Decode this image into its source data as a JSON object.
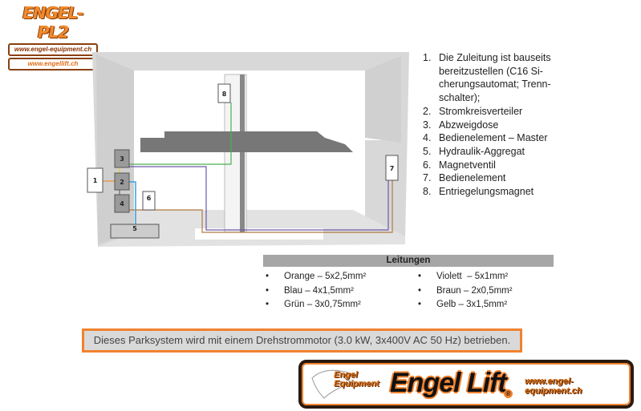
{
  "header_logo": {
    "title": "ENGEL-PL2",
    "url1": "www.engel-equipment.ch",
    "url2": "www.engellift.ch"
  },
  "diagram": {
    "labels": [
      "1",
      "2",
      "3",
      "4",
      "5",
      "6",
      "7",
      "8"
    ],
    "wire_colors": {
      "orange": "#e8974a",
      "blue": "#3aa0d8",
      "green": "#4caf50",
      "violet": "#6a5aa8",
      "brown": "#9a6a3a",
      "yellow": "#e8d040"
    }
  },
  "legend": [
    {
      "num": "1.",
      "text": "Die Zuleitung ist bauseits bereitzustellen (C16 Si-cherungsautomat; Trenn-schalter);"
    },
    {
      "num": "2.",
      "text": "Stromkreisverteiler"
    },
    {
      "num": "3.",
      "text": "Abzweigdose"
    },
    {
      "num": "4.",
      "text": "Bedienelement – Master"
    },
    {
      "num": "5.",
      "text": "Hydraulik-Aggregat"
    },
    {
      "num": "6.",
      "text": "Magnetventil"
    },
    {
      "num": "7.",
      "text": "Bedienelement"
    },
    {
      "num": "8.",
      "text": "Entriegelungsmagnet"
    }
  ],
  "cables": {
    "title": "Leitungen",
    "bullet": "•",
    "items": [
      "Orange – 5x2,5mm²",
      "Violett  – 5x1mm²",
      "Blau – 4x1,5mm²",
      "Braun – 2x0,5mm²",
      "Grün – 3x0,75mm²",
      "Gelb – 3x1,5mm²"
    ]
  },
  "banner": {
    "text": "Dieses Parksystem wird mit einem Drehstrommotor (3.0 kW, 3x400V AC 50 Hz) betrieben.",
    "border_color": "#f0822e"
  },
  "footer_logo": {
    "small": "Engel Equipment",
    "brand": "Engel Lift",
    "reg": "®",
    "url": "www.engel-equipment.ch"
  }
}
